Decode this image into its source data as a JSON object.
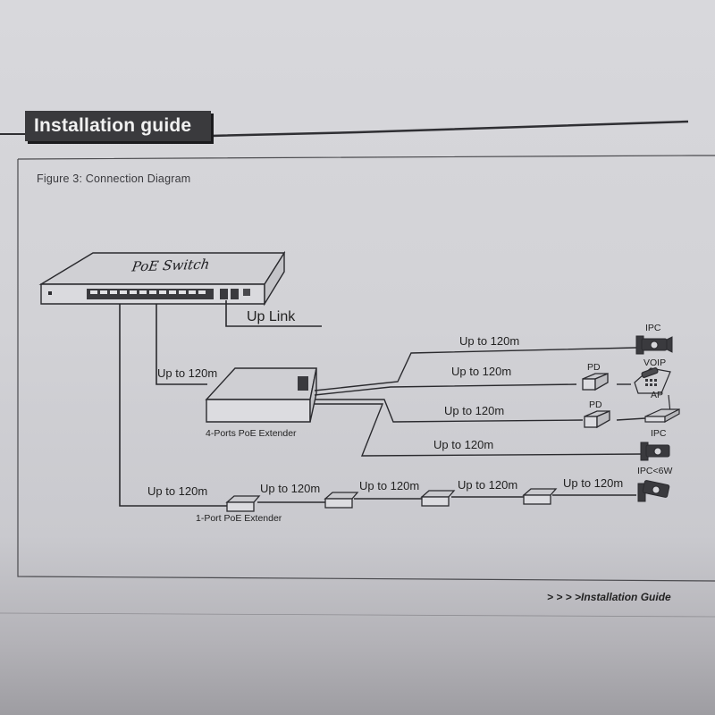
{
  "header": {
    "title": "Installation guide"
  },
  "figure": {
    "caption": "Figure 3: Connection Diagram"
  },
  "devices": {
    "switch_label": "PoE Switch",
    "uplink_label": "Up Link",
    "extender4_label": "4-Ports PoE Extender",
    "extender1_label": "1-Port PoE Extender"
  },
  "links": {
    "switch_to_extender4": "Up to 120m",
    "branch_ipc_top": "Up to 120m",
    "branch_voip": "Up to 120m",
    "branch_ap": "Up to 120m",
    "branch_ipc_bottom": "Up to 120m",
    "chain": [
      "Up to 120m",
      "Up to 120m",
      "Up to 120m",
      "Up to 120m",
      "Up to 120m"
    ]
  },
  "endpoints": {
    "ipc_top": "IPC",
    "voip": "VOIP",
    "ap": "AP",
    "pd_1": "PD",
    "pd_2": "PD",
    "ipc_bottom": "IPC",
    "ipc_6w": "IPC<6W"
  },
  "footer": {
    "text": "> > > >Installation Guide"
  },
  "colors": {
    "ink": "#2a2a2e",
    "paper": "#d5d5d9",
    "header_bg": "#3a3a3d"
  }
}
